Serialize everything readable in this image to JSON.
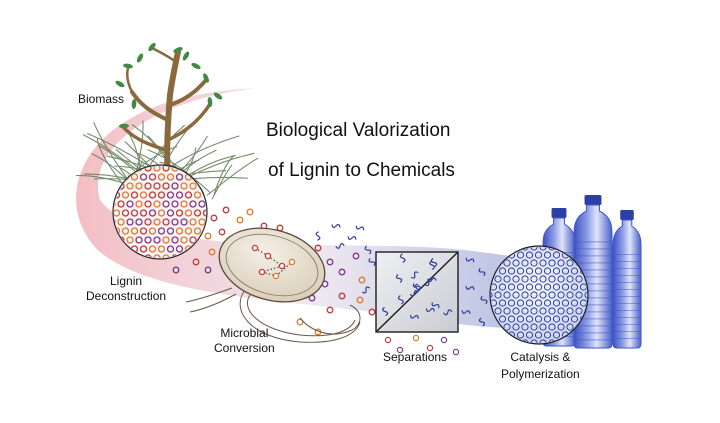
{
  "title": {
    "line1": "Biological Valorization",
    "line2": "of Lignin to Chemicals"
  },
  "stages": {
    "biomass": "Biomass",
    "deconstruction_line1": "Lignin",
    "deconstruction_line2": "Deconstruction",
    "microbial_line1": "Microbial",
    "microbial_line2": "Conversion",
    "separations": "Separations",
    "catalysis_line1": "Catalysis &",
    "catalysis_line2": "Polymerization"
  },
  "colors": {
    "flow_start": "#f2b7bd",
    "flow_end": "#9aa9dc",
    "monomer_red": "#c23b3b",
    "monomer_orange": "#e07a2e",
    "monomer_purple": "#7d3a8c",
    "chain_blue": "#2f3f9c",
    "bottle_blue": "#3f56c8",
    "cap_blue": "#2c3ea8",
    "stem_brown": "#8a6a3c",
    "leaf_green": "#3f8a45"
  },
  "icons": {
    "plant": "plant-icon",
    "lignin_network": "lignin-network-icon",
    "microbe": "bacterium-icon",
    "separator": "separation-column-icon",
    "polymer": "polymer-network-icon",
    "bottles": "plastic-bottles-icon"
  }
}
